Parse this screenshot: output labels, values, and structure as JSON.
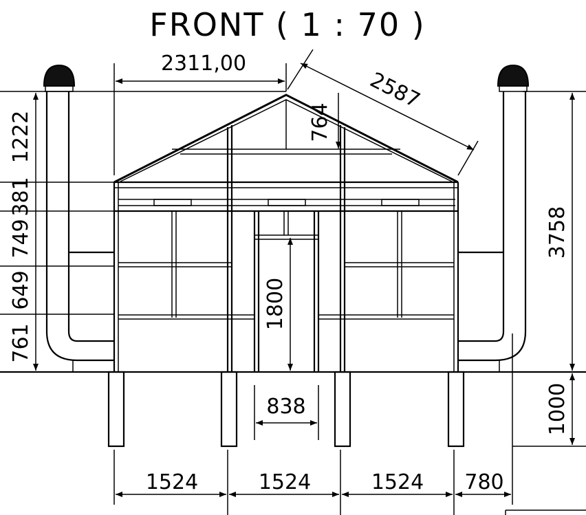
{
  "title": "FRONT ( 1 : 70 )",
  "dimensions": {
    "ridge_half_width": "2311,00",
    "roof_slope": "2587",
    "ridge_height": "764",
    "total_height": "3758",
    "roof_height": "1222",
    "eave_band": "381",
    "upper_panel": "749",
    "middle_panel": "649",
    "lower_panel": "761",
    "door_height": "1800",
    "door_width": "838",
    "foundation_height": "1000",
    "bay_1": "1524",
    "bay_2": "1524",
    "bay_3": "1524",
    "side_offset": "780"
  }
}
